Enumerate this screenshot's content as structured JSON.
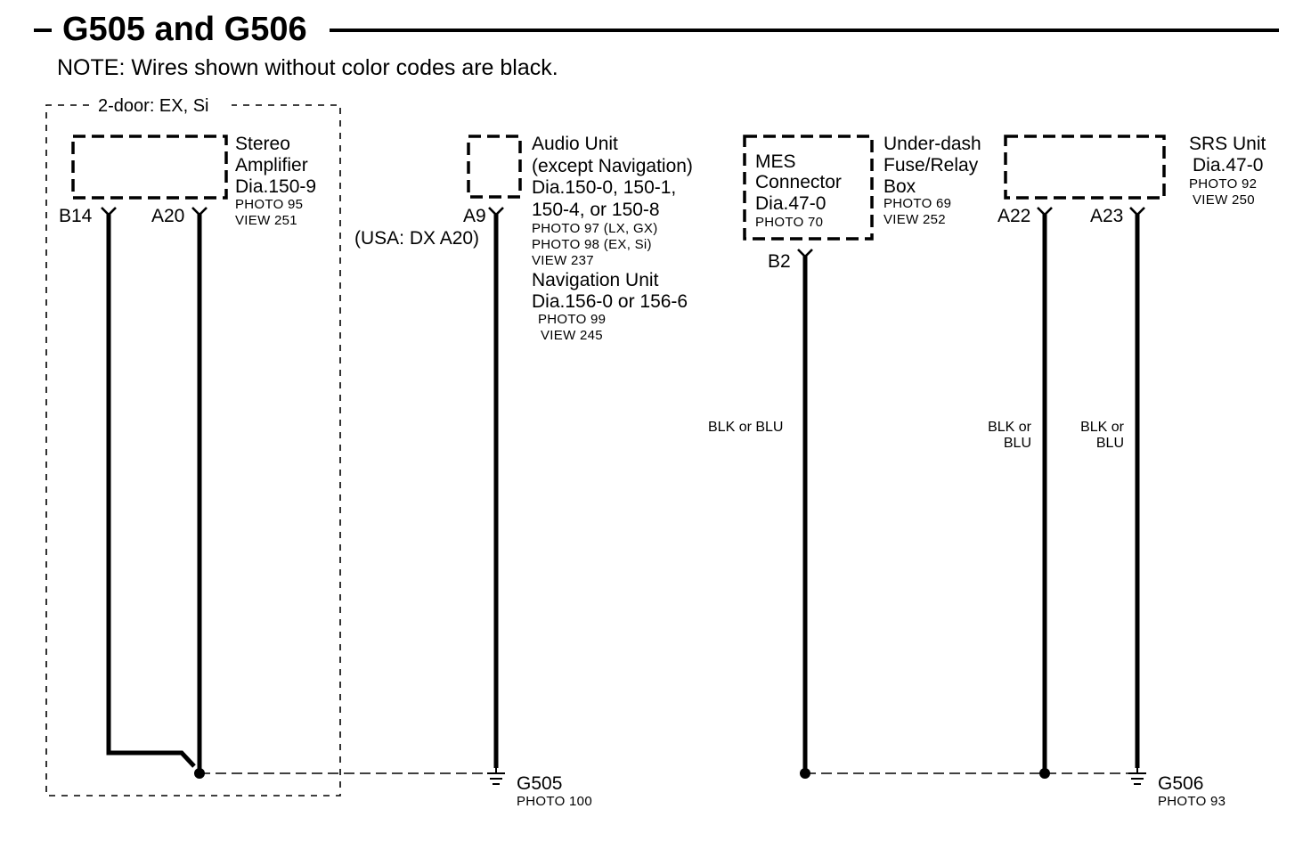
{
  "header": {
    "title": "G505 and G506",
    "note": "NOTE: Wires shown without color codes are black."
  },
  "option_box": {
    "label": "2-door: EX, Si"
  },
  "components": {
    "stereo_amp": {
      "lines": [
        "Stereo",
        "Amplifier",
        "Dia.150-9"
      ],
      "photo": "PHOTO 95",
      "view": "VIEW 251"
    },
    "audio_unit": {
      "lines": [
        "Audio Unit",
        "(except Navigation)",
        "Dia.150-0, 150-1,",
        "150-4, or 150-8"
      ],
      "photo1": "PHOTO 97 (LX, GX)",
      "photo2": "PHOTO 98 (EX, Si)",
      "view": "VIEW 237",
      "nav_lines": [
        "Navigation Unit",
        "Dia.156-0 or 156-6"
      ],
      "nav_photo": "PHOTO 99",
      "nav_view": "VIEW 245"
    },
    "mes": {
      "lines": [
        "MES",
        "Connector",
        "Dia.47-0"
      ],
      "photo": "PHOTO 70"
    },
    "underdash": {
      "lines": [
        "Under-dash",
        "Fuse/Relay",
        "Box"
      ],
      "photo": "PHOTO 69",
      "view": "VIEW 252"
    },
    "srs": {
      "lines": [
        "SRS Unit",
        "Dia.47-0"
      ],
      "photo": "PHOTO 92",
      "view": "VIEW 250"
    }
  },
  "pins": {
    "b14": "B14",
    "a20": "A20",
    "a9": "A9",
    "a9_note": "(USA: DX A20)",
    "b2": "B2",
    "a22": "A22",
    "a23": "A23"
  },
  "wire_colors": {
    "b2": "BLK or BLU",
    "a22": [
      "BLK or",
      "BLU"
    ],
    "a23": [
      "BLK or",
      "BLU"
    ]
  },
  "grounds": {
    "g505": {
      "name": "G505",
      "photo": "PHOTO 100"
    },
    "g506": {
      "name": "G506",
      "photo": "PHOTO 93"
    }
  }
}
